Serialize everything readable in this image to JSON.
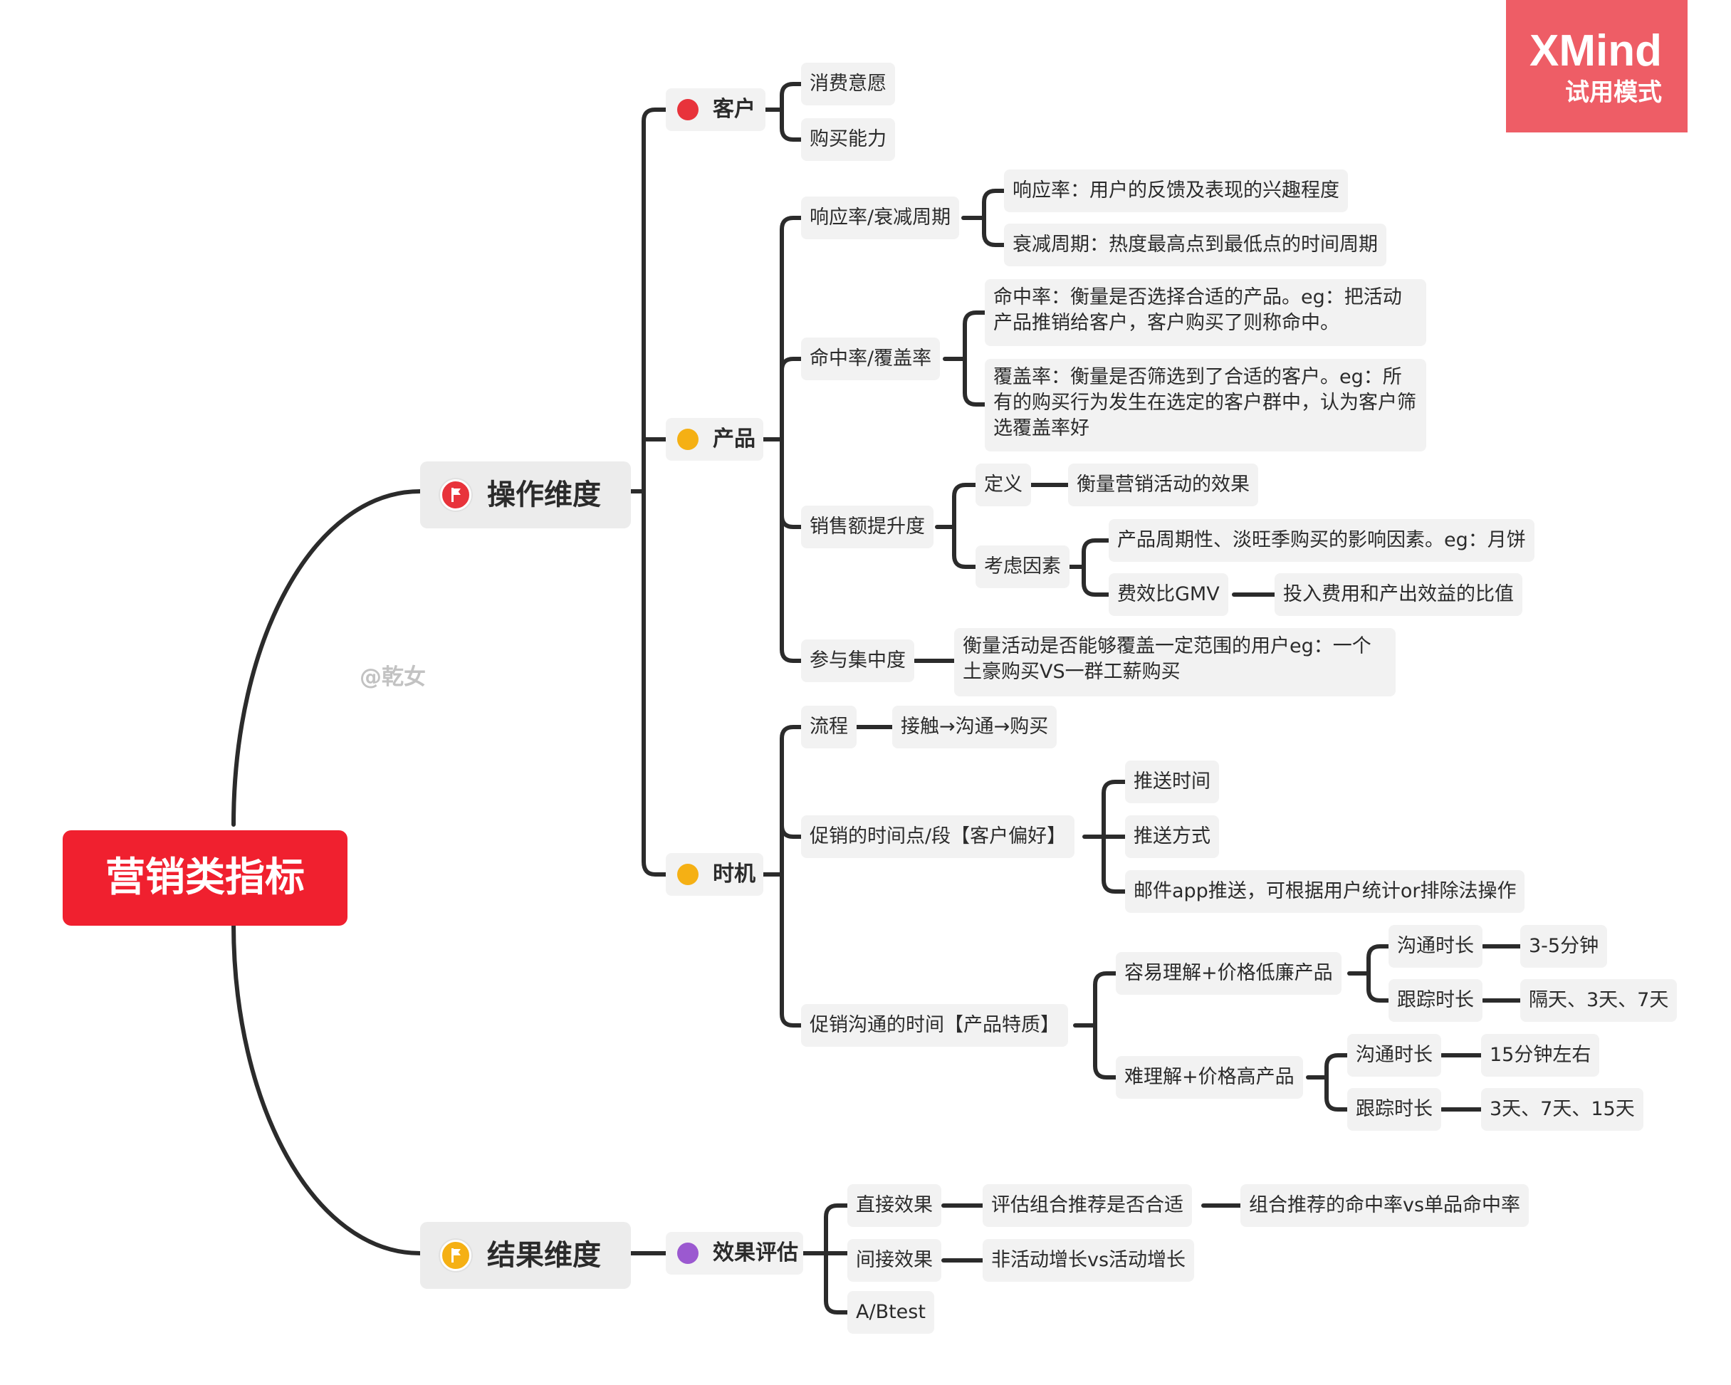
{
  "root": {
    "label": "营销类指标",
    "color": "#f0202f"
  },
  "watermark": "@乾女",
  "badge": {
    "line1": "XMind",
    "line2": "试用模式",
    "color": "#ee5d66"
  },
  "operation": {
    "label": "操作维度",
    "flag_color": "#e8333b",
    "flag_icon": "flag-icon",
    "customer": {
      "label": "客户",
      "dot_color": "#e8333b",
      "items": [
        "消费意愿",
        "购买能力"
      ]
    },
    "product": {
      "label": "产品",
      "dot_color": "#f5b014",
      "response": {
        "label": "响应率/衰减周期",
        "items": [
          "响应率：用户的反馈及表现的兴趣程度",
          "衰减周期：热度最高点到最低点的时间周期"
        ]
      },
      "hit": {
        "label": "命中率/覆盖率",
        "items": [
          "命中率：衡量是否选择合适的产品。eg：把活动产品推销给客户，客户购买了则称命中。",
          "覆盖率：衡量是否筛选到了合适的客户。eg：所有的购买行为发生在选定的客户群中，认为客户筛选覆盖率好"
        ]
      },
      "sales": {
        "label": "销售额提升度",
        "definition": {
          "label": "定义",
          "value": "衡量营销活动的效果"
        },
        "factors": {
          "label": "考虑因素",
          "cycle": "产品周期性、淡旺季购买的影响因素。eg：月饼",
          "gmv": {
            "label": "费效比GMV",
            "value": "投入费用和产出效益的比值"
          }
        }
      },
      "concentration": {
        "label": "参与集中度",
        "value": "衡量活动是否能够覆盖一定范围的用户eg：一个土豪购买VS一群工薪购买"
      }
    },
    "timing": {
      "label": "时机",
      "dot_color": "#f5b014",
      "process": {
        "label": "流程",
        "value": "接触→沟通→购买"
      },
      "promo_time": {
        "label": "促销的时间点/段【客户偏好】",
        "items": [
          "推送时间",
          "推送方式",
          "邮件app推送，可根据用户统计or排除法操作"
        ]
      },
      "comm_time": {
        "label": "促销沟通的时间【产品特质】",
        "easy": {
          "label": "容易理解+价格低廉产品",
          "comm": {
            "label": "沟通时长",
            "value": "3-5分钟"
          },
          "follow": {
            "label": "跟踪时长",
            "value": "隔天、3天、7天"
          }
        },
        "hard": {
          "label": "难理解+价格高产品",
          "comm": {
            "label": "沟通时长",
            "value": "15分钟左右"
          },
          "follow": {
            "label": "跟踪时长",
            "value": "3天、7天、15天"
          }
        }
      }
    }
  },
  "result": {
    "label": "结果维度",
    "flag_color": "#f5b014",
    "flag_icon": "flag-icon",
    "evaluation": {
      "label": "效果评估",
      "dot_color": "#9b59d0",
      "direct": {
        "label": "直接效果",
        "step": "评估组合推荐是否合适",
        "value": "组合推荐的命中率vs单品命中率"
      },
      "indirect": {
        "label": "间接效果",
        "value": "非活动增长vs活动增长"
      },
      "abtest": {
        "label": "A/Btest"
      }
    }
  }
}
